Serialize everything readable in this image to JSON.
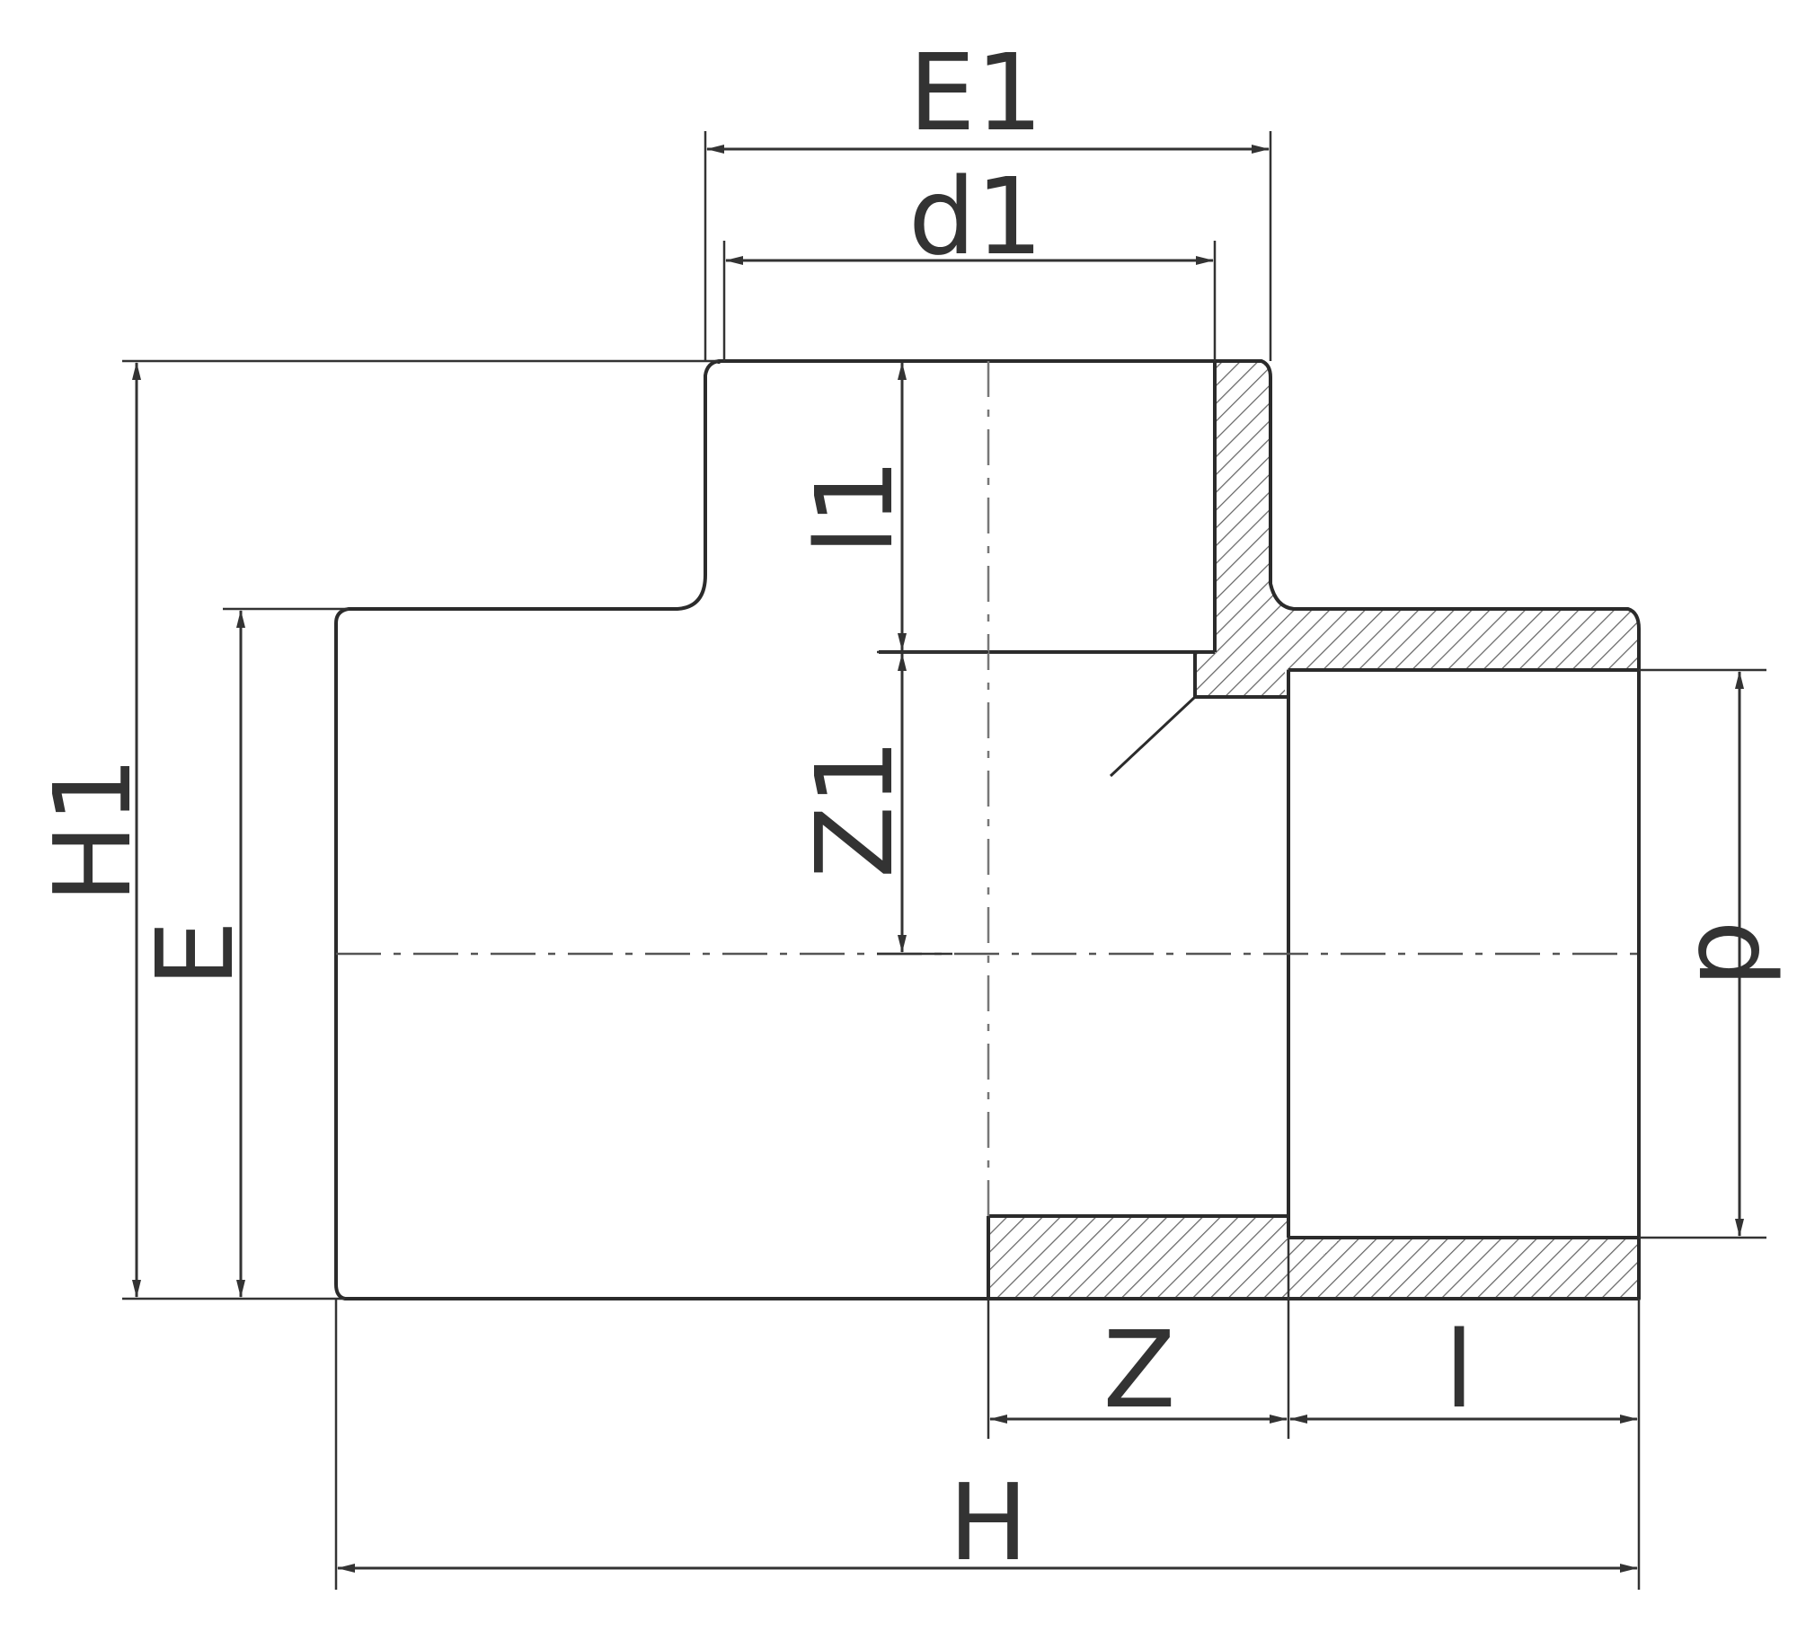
{
  "labels": {
    "E1": "E1",
    "d1": "d1",
    "H1": "H1",
    "E": "E",
    "l1": "l1",
    "Z1": "Z1",
    "d": "d",
    "Z": "Z",
    "l": "l",
    "H": "H"
  },
  "colors": {
    "line": "#2b2b2b",
    "hatch": "#666666",
    "background": "#ffffff"
  }
}
